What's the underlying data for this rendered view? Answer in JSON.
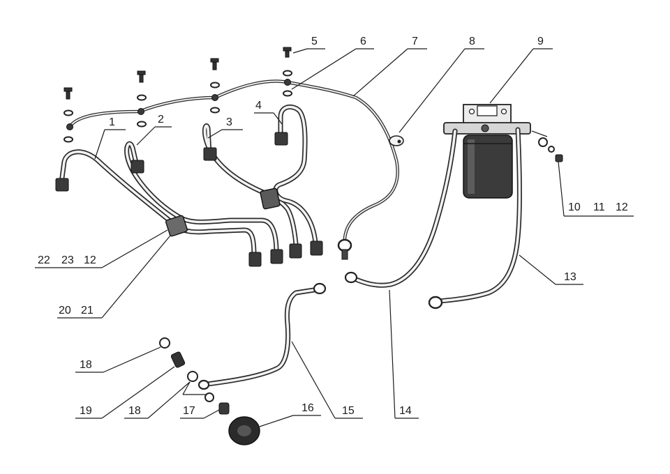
{
  "diagram": {
    "callouts": [
      {
        "id": "c1",
        "text": "1"
      },
      {
        "id": "c2",
        "text": "2"
      },
      {
        "id": "c3",
        "text": "3"
      },
      {
        "id": "c4",
        "text": "4"
      },
      {
        "id": "c5",
        "text": "5"
      },
      {
        "id": "c6",
        "text": "6"
      },
      {
        "id": "c7",
        "text": "7"
      },
      {
        "id": "c8",
        "text": "8"
      },
      {
        "id": "c9",
        "text": "9"
      },
      {
        "id": "c10",
        "text": "10"
      },
      {
        "id": "c11",
        "text": "11"
      },
      {
        "id": "c12a",
        "text": "12"
      },
      {
        "id": "c13",
        "text": "13"
      },
      {
        "id": "c14",
        "text": "14"
      },
      {
        "id": "c15",
        "text": "15"
      },
      {
        "id": "c16",
        "text": "16"
      },
      {
        "id": "c17",
        "text": "17"
      },
      {
        "id": "c18a",
        "text": "18"
      },
      {
        "id": "c18b",
        "text": "18"
      },
      {
        "id": "c19",
        "text": "19"
      },
      {
        "id": "c20",
        "text": "20"
      },
      {
        "id": "c21",
        "text": "21"
      },
      {
        "id": "c22",
        "text": "22"
      },
      {
        "id": "c23",
        "text": "23"
      },
      {
        "id": "c12b",
        "text": "12"
      }
    ]
  }
}
